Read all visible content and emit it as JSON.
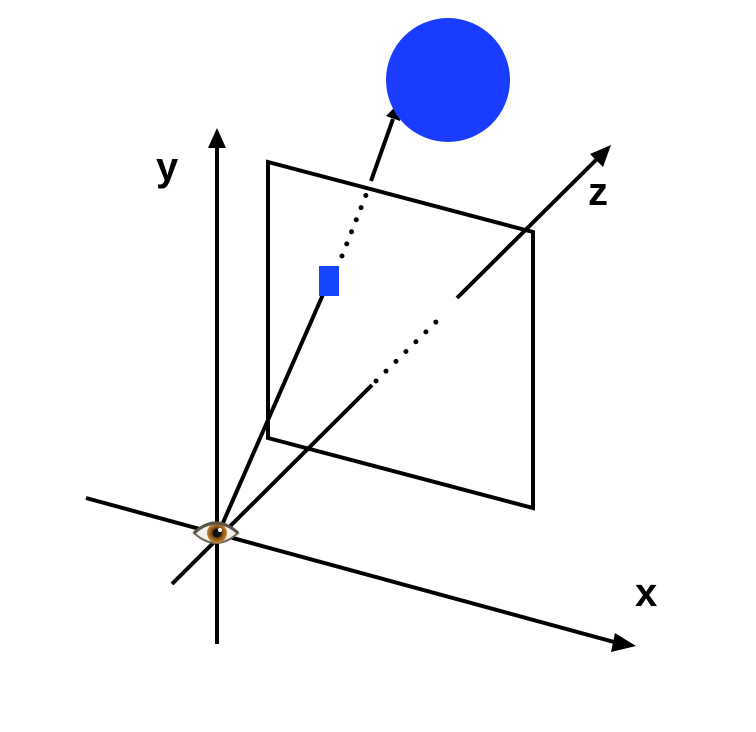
{
  "axes": {
    "x_label": "x",
    "y_label": "y",
    "z_label": "z"
  },
  "colors": {
    "line": "#000000",
    "sphere": "#1a3cff",
    "pixel": "#1446ff",
    "background": "#ffffff"
  },
  "icons": {
    "viewer": "eye-icon"
  }
}
